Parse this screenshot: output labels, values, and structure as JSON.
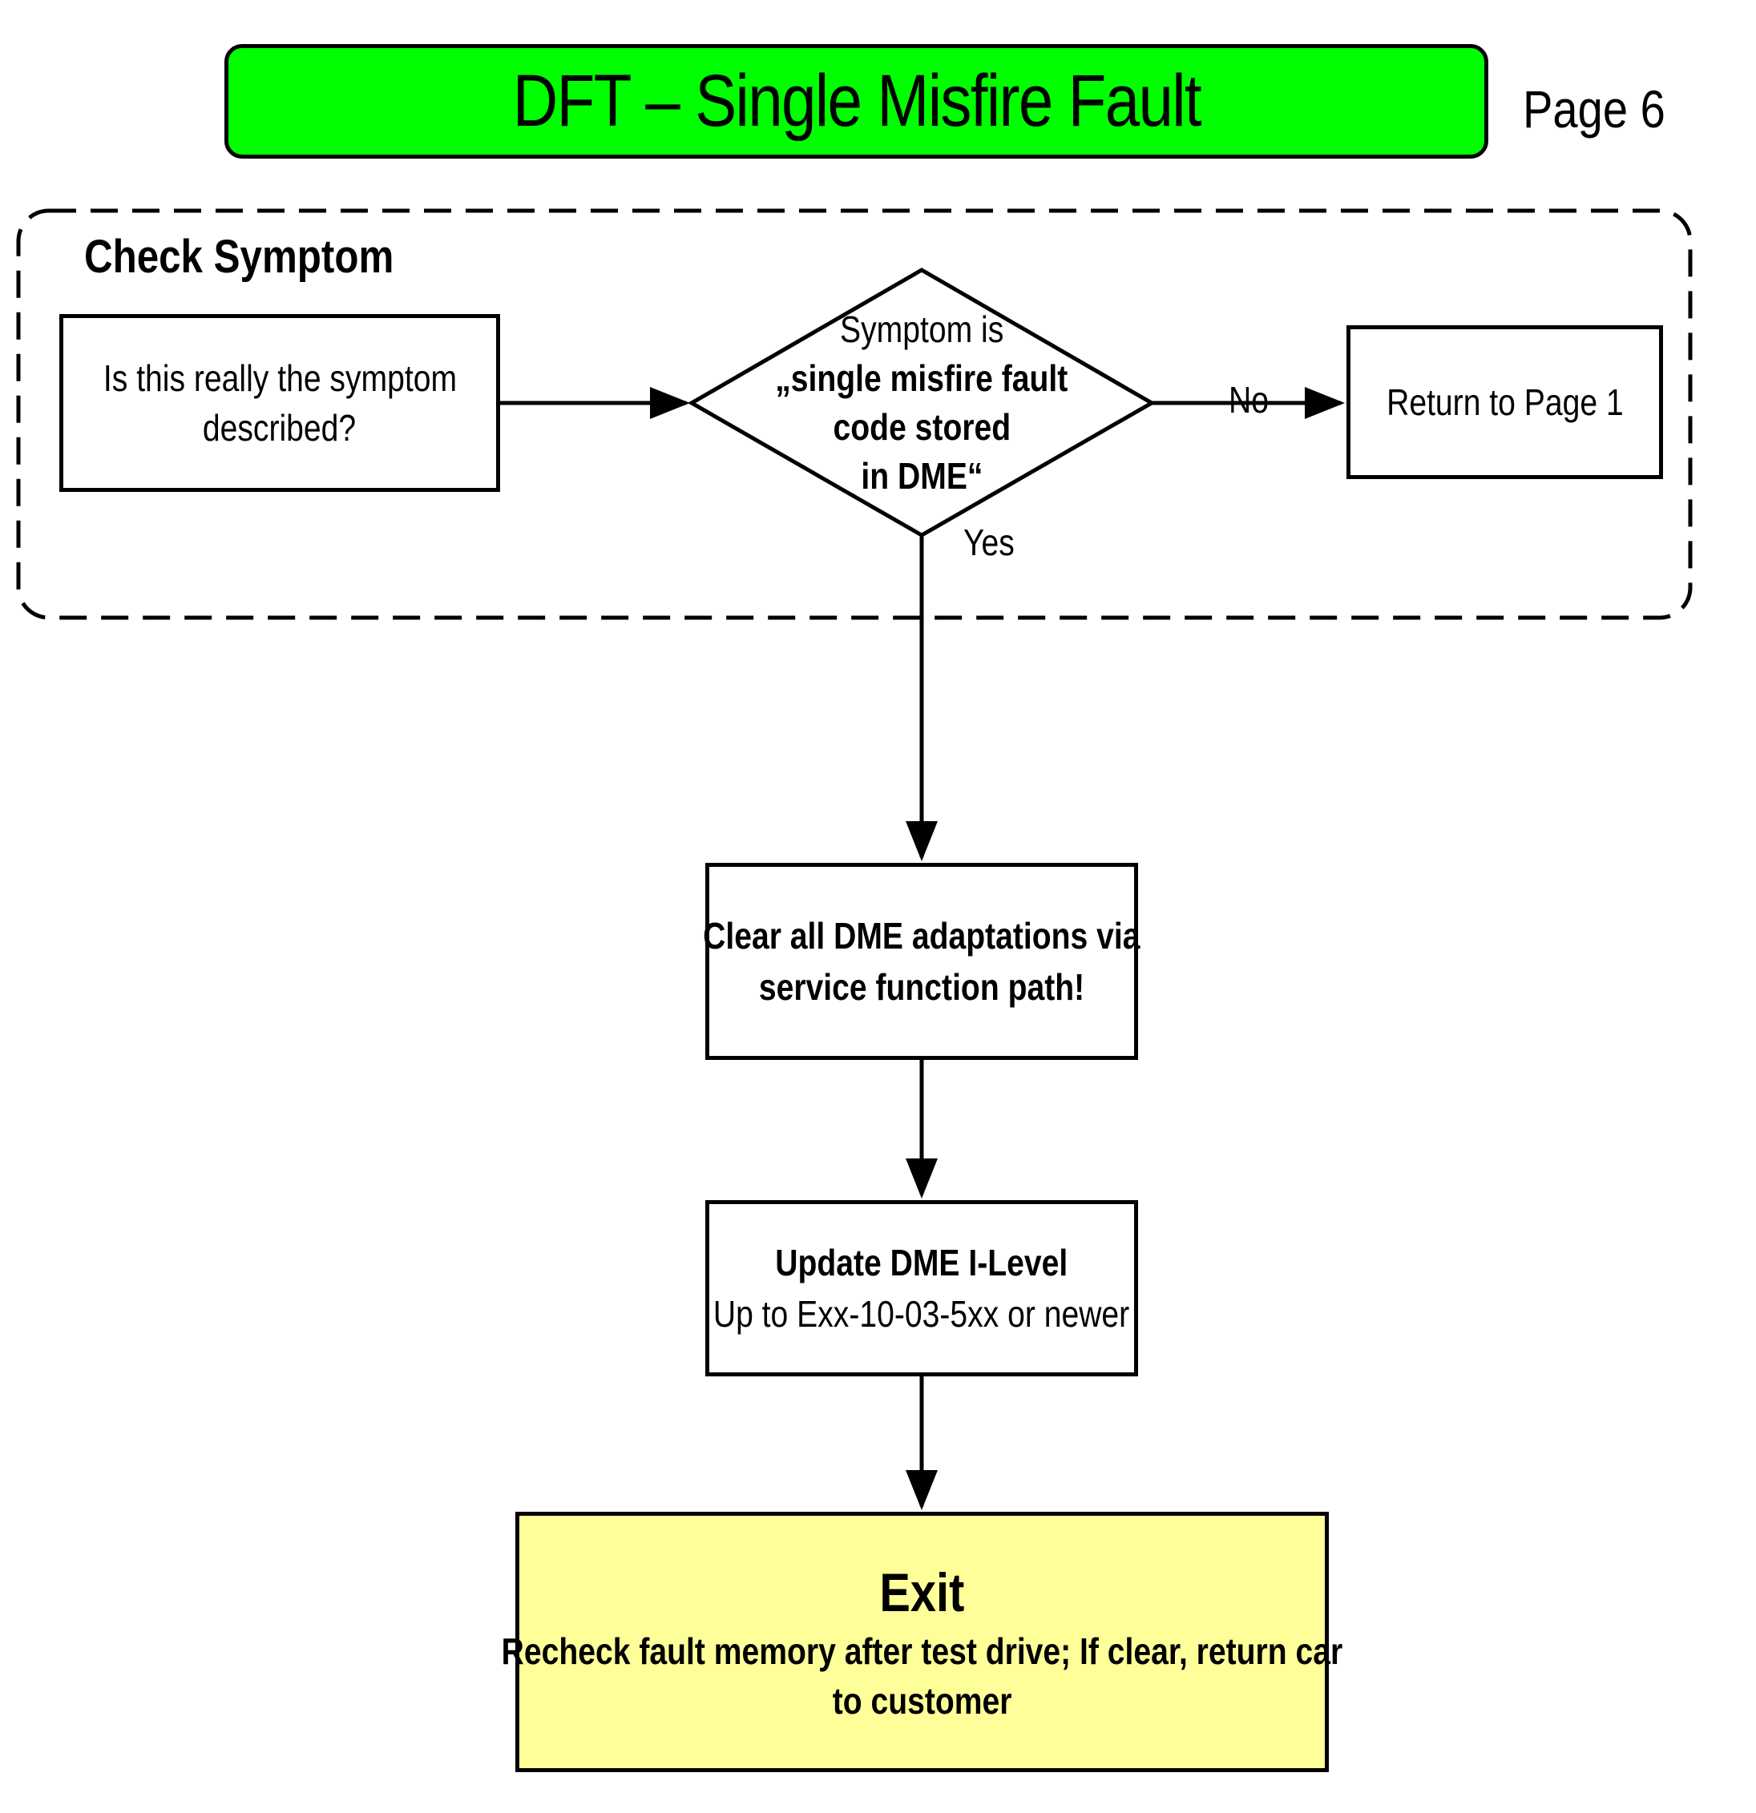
{
  "header": {
    "title": "DFT – Single Misfire Fault",
    "page_label": "Page 6",
    "title_color": "#00ff00"
  },
  "group": {
    "label": "Check Symptom"
  },
  "nodes": {
    "question": {
      "line1": "Is this really the symptom",
      "line2": "described?"
    },
    "decision": {
      "line1": "Symptom is",
      "line2": "„single misfire fault",
      "line3": "code stored",
      "line4": "in DME“"
    },
    "return": {
      "text": "Return to Page 1"
    },
    "clear": {
      "line1": "Clear all DME adaptations via",
      "line2": "service function path!"
    },
    "update": {
      "line1": "Update DME I-Level",
      "line2": "Up to Exx-10-03-5xx or newer"
    },
    "exit": {
      "title": "Exit",
      "line1": "Recheck fault memory after test drive; If clear, return car",
      "line2": "to customer",
      "fill_color": "#ffff99"
    }
  },
  "edges": {
    "no_label": "No",
    "yes_label": "Yes"
  }
}
